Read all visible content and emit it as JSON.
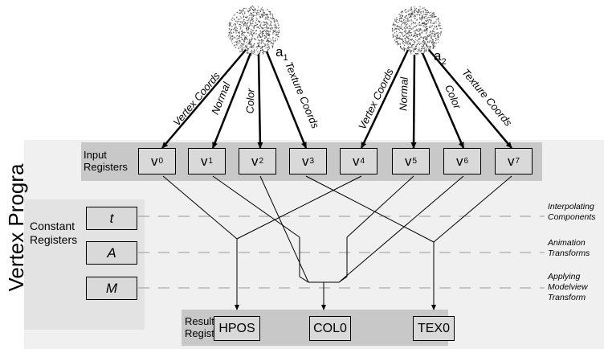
{
  "sidebar_title": "Vertex Progra",
  "spheres": [
    {
      "label_base": "a",
      "label_sub": "1",
      "arrows": [
        "Vertex Coords",
        "Normal",
        "Color",
        "Texture Coords"
      ]
    },
    {
      "label_base": "a",
      "label_sub": "2",
      "arrows": [
        "Vertex Coords",
        "Normal",
        "Color",
        "Texture Coords"
      ]
    }
  ],
  "input": {
    "label_line1": "Input",
    "label_line2": "Registers",
    "registers": [
      {
        "base": "v",
        "sub": "0"
      },
      {
        "base": "v",
        "sub": "1"
      },
      {
        "base": "v",
        "sub": "2"
      },
      {
        "base": "v",
        "sub": "3"
      },
      {
        "base": "v",
        "sub": "4"
      },
      {
        "base": "v",
        "sub": "5"
      },
      {
        "base": "v",
        "sub": "6"
      },
      {
        "base": "v",
        "sub": "7"
      }
    ]
  },
  "constant": {
    "label_line1": "Constant",
    "label_line2": "Registers",
    "registers": [
      "t",
      "A",
      "M"
    ]
  },
  "result": {
    "label_line1": "Result",
    "label_line2": "Registers",
    "registers": [
      "HPOS",
      "COL0",
      "TEX0"
    ]
  },
  "stage_labels": [
    {
      "line1": "Interpolating",
      "line2": "Components",
      "line3": ""
    },
    {
      "line1": "Animation",
      "line2": "Transforms",
      "line3": ""
    },
    {
      "line1": "Applying",
      "line2": "Modelview",
      "line3": "Transform"
    }
  ],
  "colors": {
    "panel": "#f0f0f0",
    "register_fill": "#d9d9d9",
    "register_group": "#c8c8c8",
    "dashed": "#999999"
  }
}
